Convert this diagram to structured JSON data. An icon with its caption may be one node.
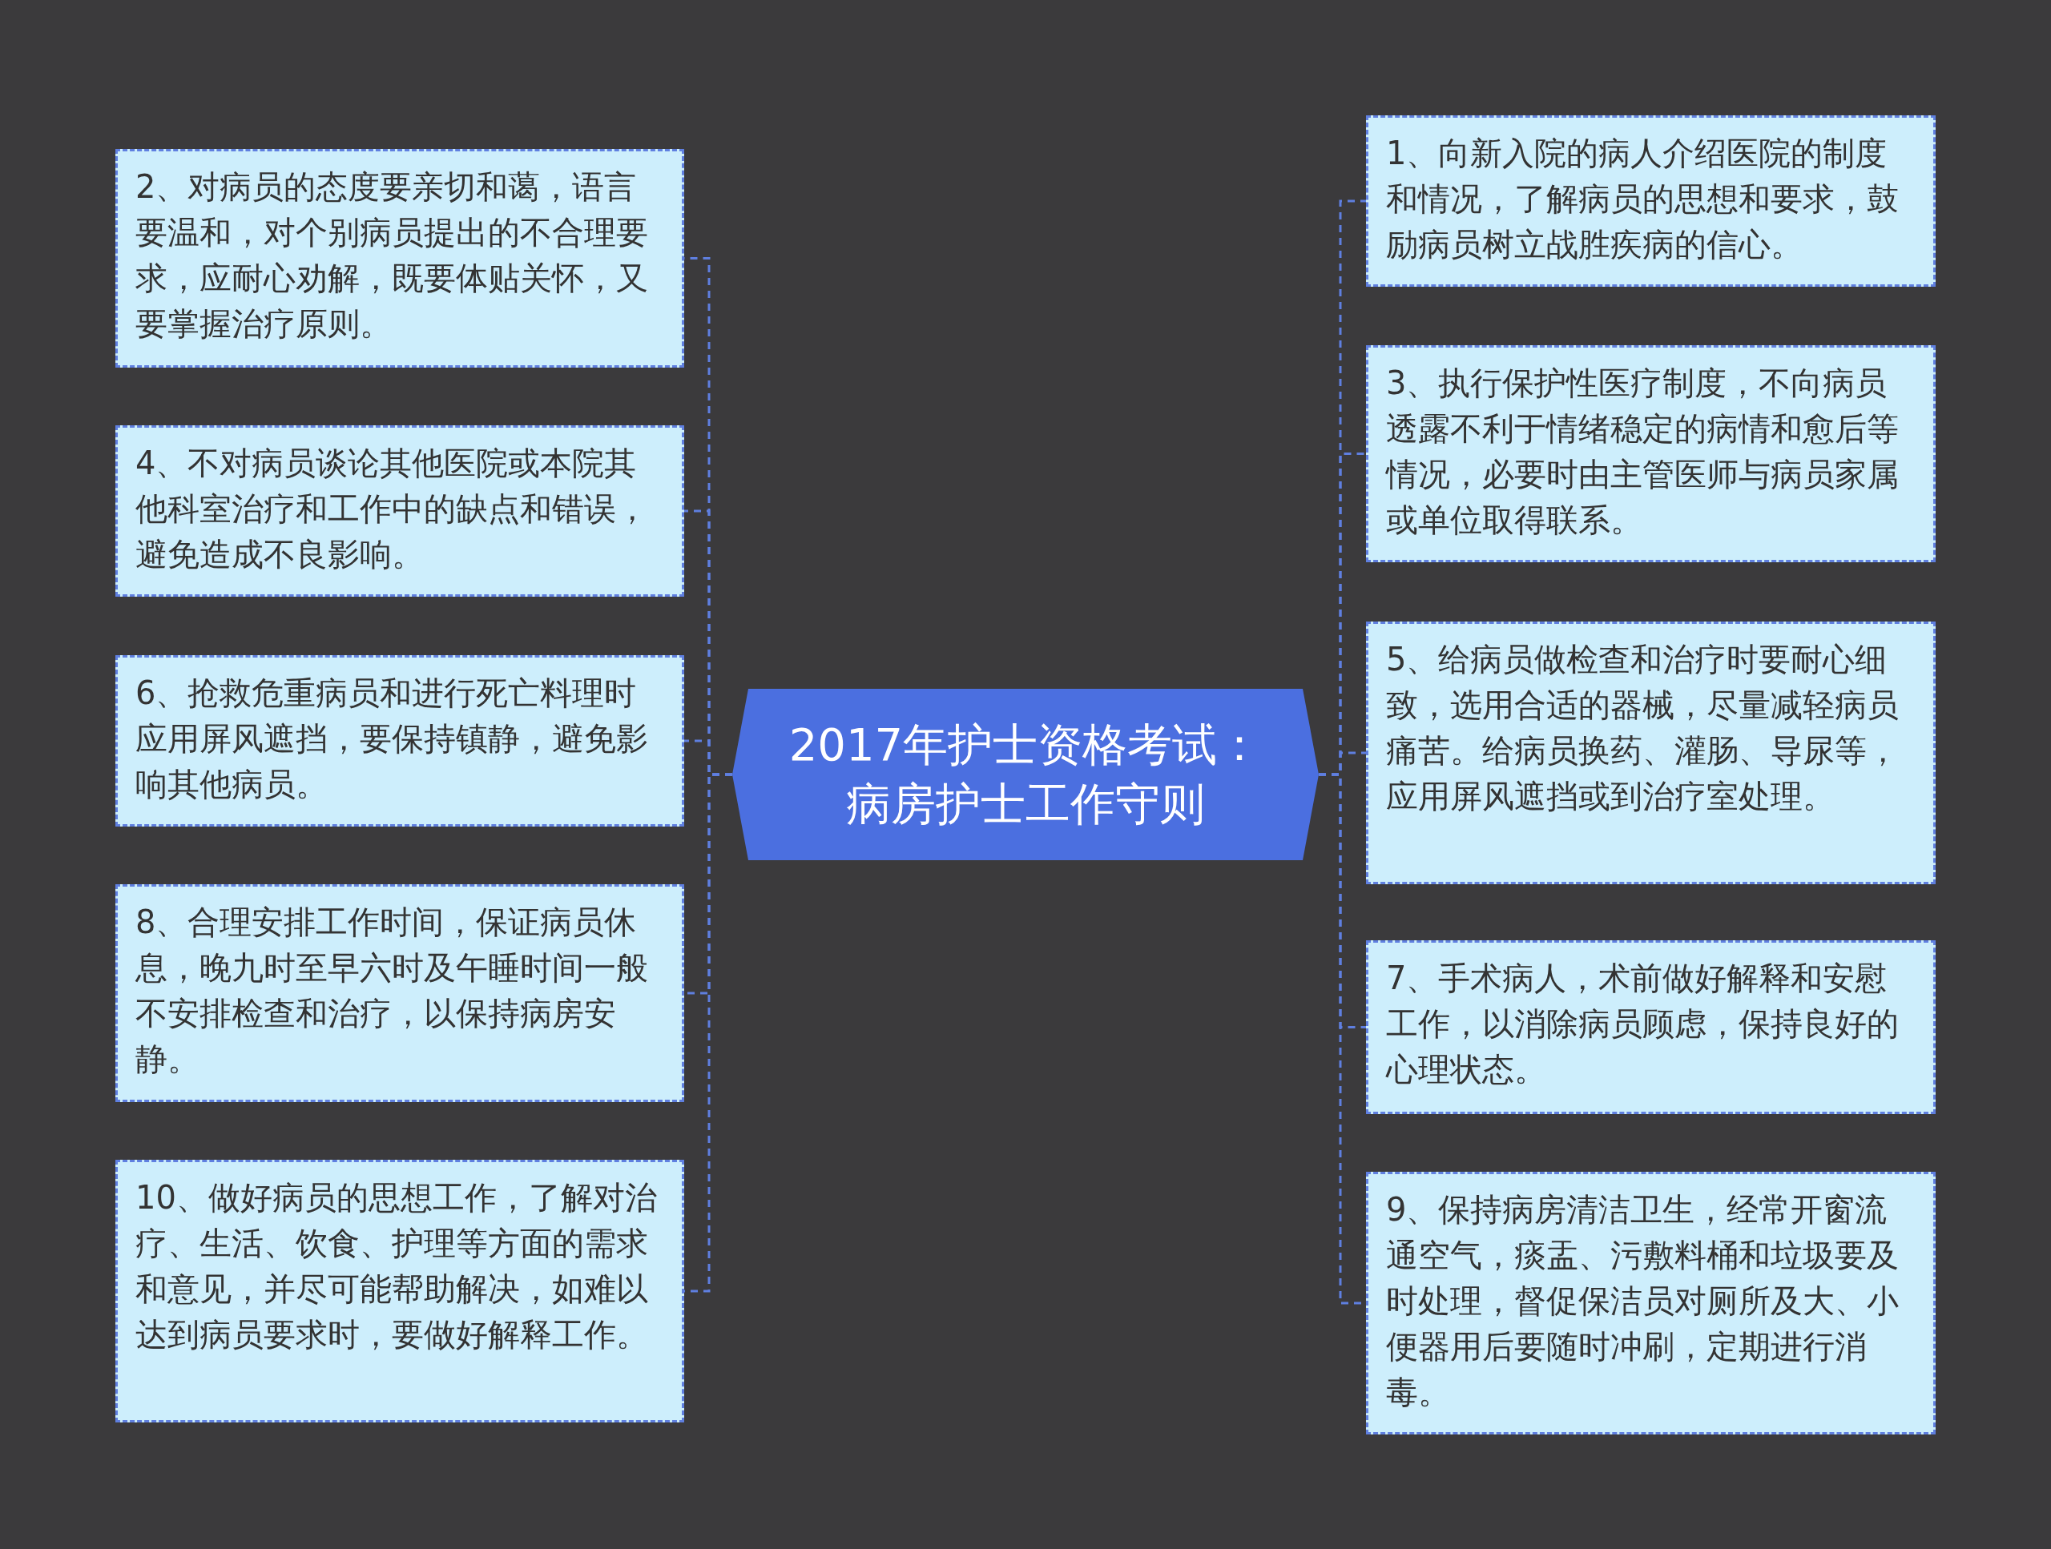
{
  "diagram": {
    "nodes": [
      {
        "text": [
          "2017年护士资格考试：病房护士工作守则"
        ]
      },
      {
        "text": [
          "1、向新入院的病人介绍医院的制度和情况，了解病员的思想和要求，鼓励病员树立战胜疾病的信心。"
        ]
      },
      {
        "text": [
          "2、对病员的态度要亲切和蔼，语言要温和，对个别病员提出的不合理要求，应耐心劝解，既要体贴关怀，又要掌握治疗原则。"
        ]
      },
      {
        "text": [
          "3、执行保护性医疗制度，不向病员透露不利于情绪稳定的病情和愈后等情况，必要时由主管医师与病员家属或单位取得联系。"
        ]
      },
      {
        "text": [
          "4、不对病员谈论其他医院或本院其他科室治疗和工作中的缺点和错误，避免造成不良影响。"
        ]
      },
      {
        "text": [
          "5、给病员做检查和治疗时要耐心细致，选用合适的器械，尽量减轻病员痛苦。给病员换药、灌肠、导尿等，应用屏风遮挡或到治疗室处理。"
        ]
      },
      {
        "text": [
          "6、抢救危重病员和进行死亡料理时应用屏风遮挡，要保持镇静，避免影响其他病员。"
        ]
      },
      {
        "text": [
          "7、手术病人，术前做好解释和安慰工作，以消除病员顾虑，保持良好的心理状态。"
        ]
      },
      {
        "text": [
          "8、合理安排工作时间，保证病员休息，晚九时至早六时及午睡时间一般不安排检查和治疗，以保持病房安静。"
        ]
      },
      {
        "text": [
          "9、保持病房清洁卫生，经常开窗流通空气，痰盂、污敷料桶和垃圾要及时处理，督促保洁员对厕所及大、小便器用后要随时冲刷，定期进行消毒。"
        ]
      },
      {
        "text": [
          "10、做好病员的思想工作，了解对治疗、生活、饮食、护理等方面的需求和意见，并尽可能帮助解决，如难以达到病员要求时，要做好解释工作。"
        ]
      }
    ],
    "edges": [
      {
        "from": 0,
        "to": 1,
        "arrow": "none",
        "style": "dashed"
      },
      {
        "from": 0,
        "to": 2,
        "arrow": "none",
        "style": "dashed"
      },
      {
        "from": 0,
        "to": 3,
        "arrow": "none",
        "style": "dashed"
      },
      {
        "from": 0,
        "to": 4,
        "arrow": "none",
        "style": "dashed"
      },
      {
        "from": 0,
        "to": 5,
        "arrow": "none",
        "style": "dashed"
      },
      {
        "from": 0,
        "to": 6,
        "arrow": "none",
        "style": "dashed"
      },
      {
        "from": 0,
        "to": 7,
        "arrow": "none",
        "style": "dashed"
      },
      {
        "from": 0,
        "to": 8,
        "arrow": "none",
        "style": "dashed"
      },
      {
        "from": 0,
        "to": 9,
        "arrow": "none",
        "style": "dashed"
      },
      {
        "from": 0,
        "to": 10,
        "arrow": "none",
        "style": "dashed"
      }
    ]
  }
}
